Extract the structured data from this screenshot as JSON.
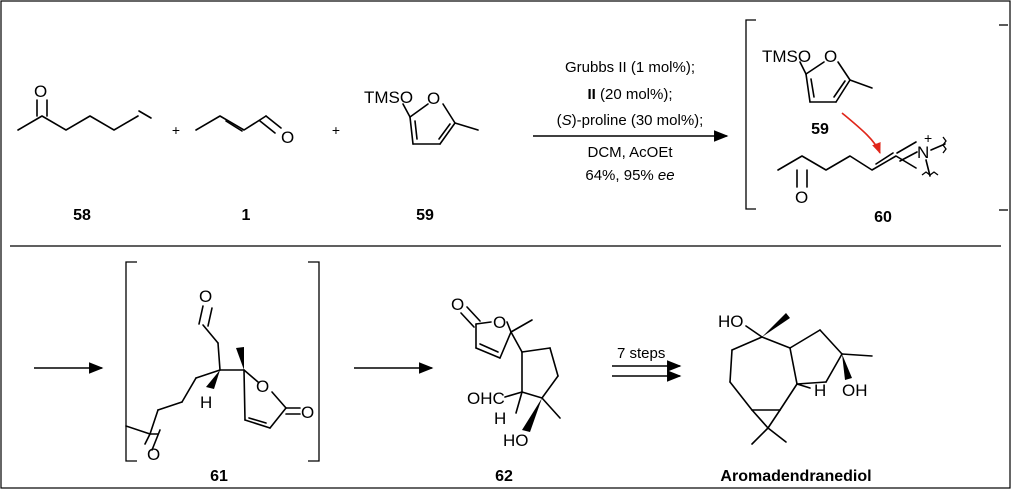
{
  "compounds": {
    "c58": {
      "label": "58"
    },
    "c1": {
      "label": "1"
    },
    "c59": {
      "label": "59"
    },
    "c60": {
      "label": "60"
    },
    "c61": {
      "label": "61"
    },
    "c62": {
      "label": "62"
    },
    "product": {
      "label": "Aromadendranediol"
    }
  },
  "reaction1": {
    "line1": "Grubbs II (1 mol%);",
    "line2_bold": "II",
    "line2_rest": " (20 mol%);",
    "line3_open": "(",
    "line3_italic": "S",
    "line3_rest": ")-proline (30 mol%);",
    "line4": "DCM, AcOEt",
    "line5_plain": "64%, 95% ",
    "line5_italic": "ee"
  },
  "reaction2": {
    "label": "7 steps"
  },
  "atoms": {
    "O": "O",
    "TMSO": "TMSO",
    "H": "H",
    "HO": "HO",
    "OH": "OH",
    "OHC": "OHC",
    "N": "N",
    "plus_charge": "+",
    "plus": "+"
  },
  "colors": {
    "ink": "#000000",
    "arrow_red": "#e0261a"
  }
}
